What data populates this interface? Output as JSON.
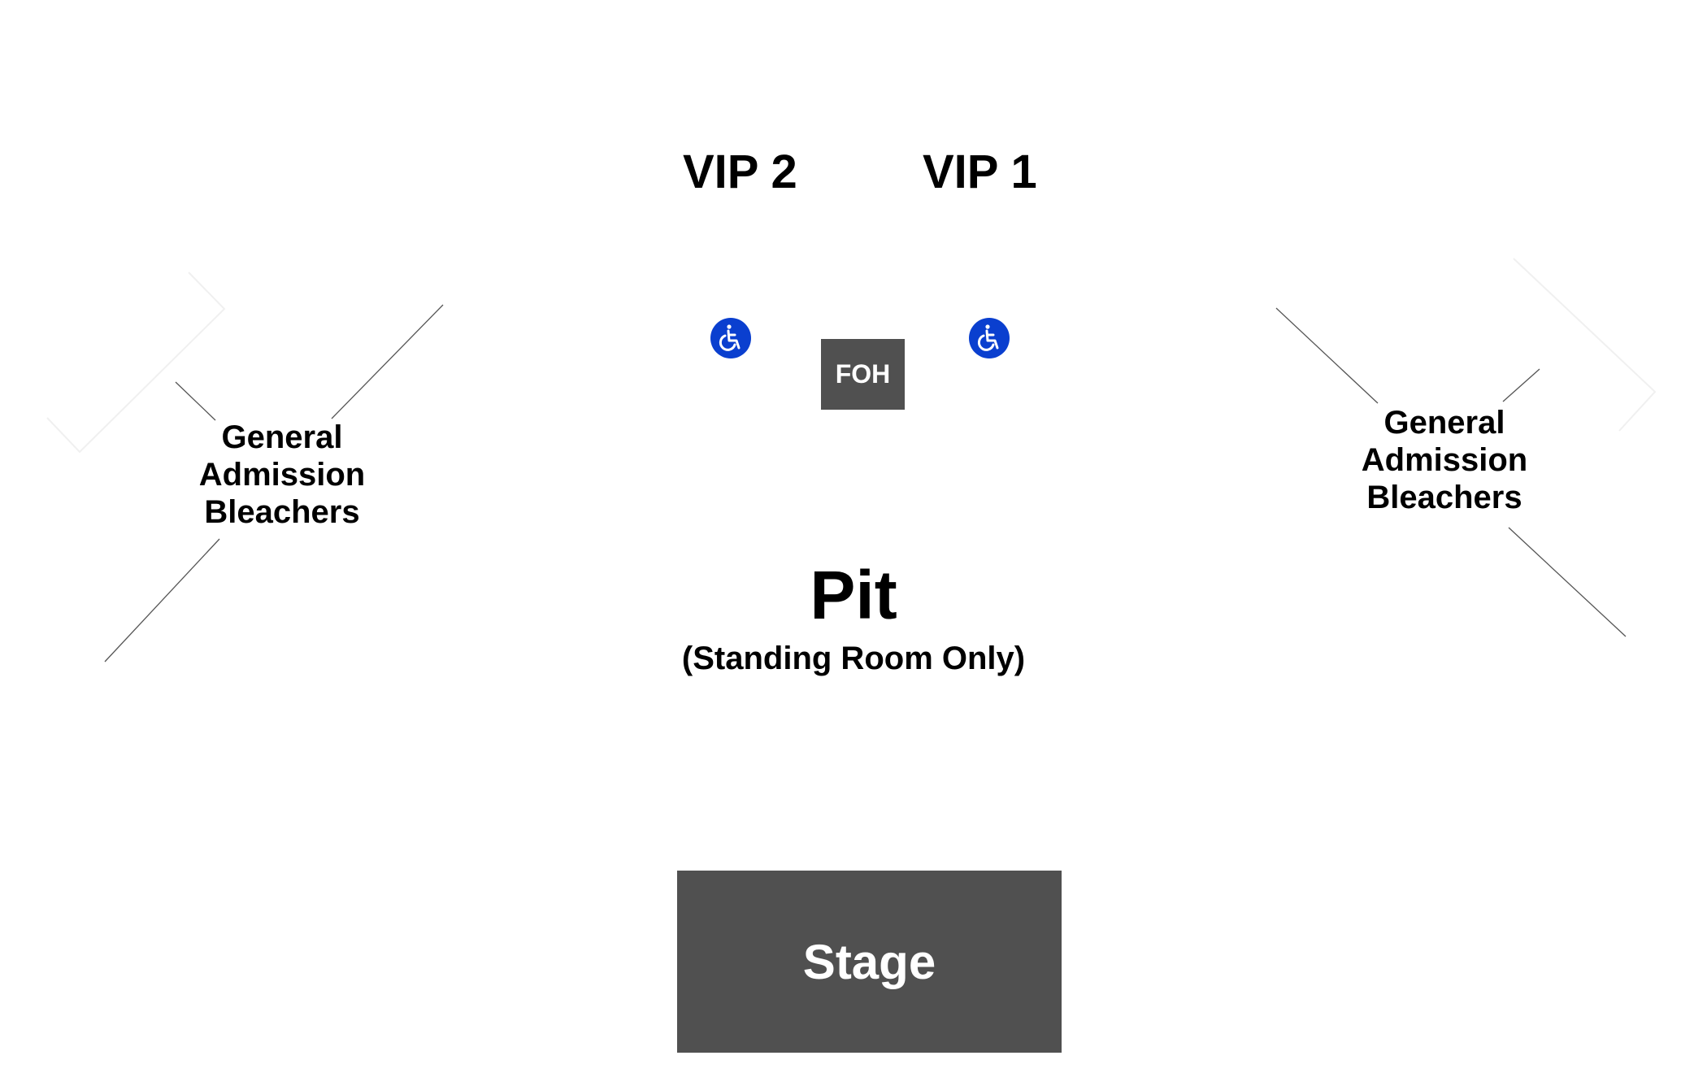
{
  "sections": {
    "vip_left": "VIP 2",
    "vip_right": "VIP 1",
    "bleachers_left": "General Admission Bleachers",
    "bleachers_right": "General Admission Bleachers",
    "pit": "Pit",
    "pit_note": "(Standing Room Only)",
    "foh": "FOH",
    "stage": "Stage"
  },
  "icons": {
    "accessible_seating": "wheelchair-icon"
  },
  "colors": {
    "box_fill": "#505050",
    "accessible_blue": "#0a3fcf",
    "text": "#000000",
    "box_text": "#ffffff",
    "line": "#555555"
  }
}
